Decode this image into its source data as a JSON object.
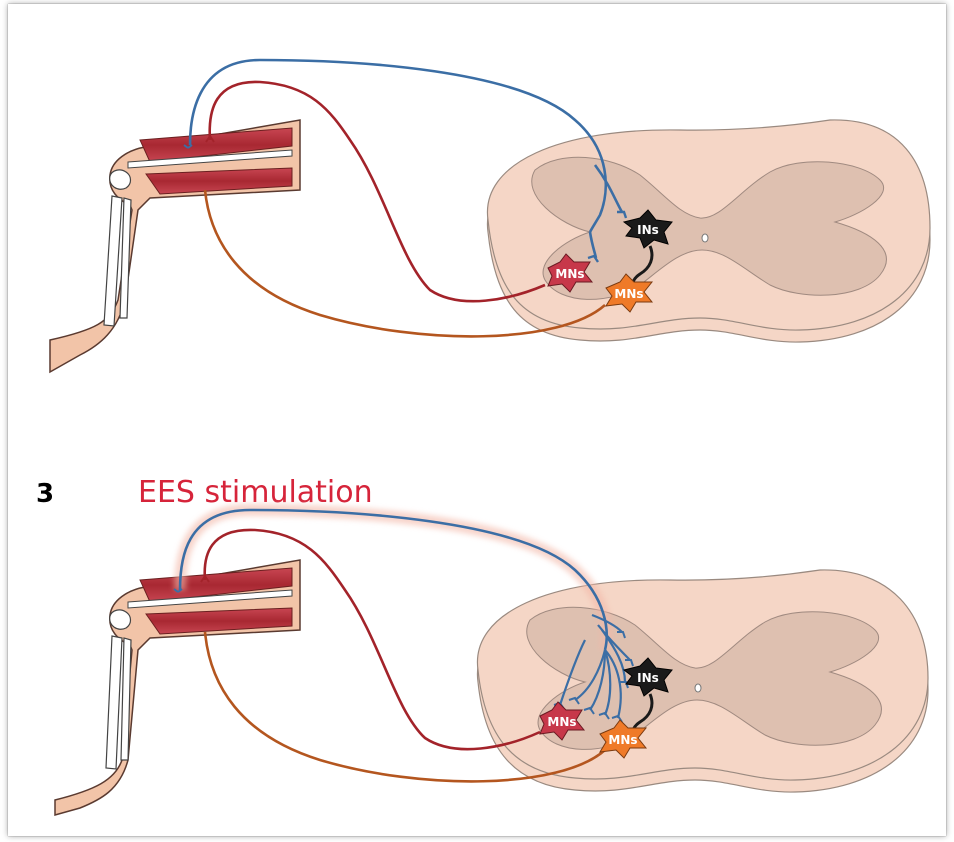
{
  "panels": [
    {
      "letter": "",
      "title": "",
      "labels": {
        "ins": "INs",
        "mns_red": "MNs",
        "mns_orange": "MNs"
      }
    },
    {
      "letter": "3",
      "title": "EES stimulation",
      "labels": {
        "ins": "INs",
        "mns_red": "MNs",
        "mns_orange": "MNs"
      }
    }
  ],
  "colors": {
    "afferent": "#3b6ea5",
    "flexor_efferent": "#a3232a",
    "extensor_efferent": "#b4561f",
    "interneuron": "#1a1a1a",
    "title": "#d6243a",
    "cord_outer": "#f3d3c3",
    "cord_gray": "#dfc0b0",
    "muscle": "#b8303a",
    "skin": "#f2c4a8"
  }
}
